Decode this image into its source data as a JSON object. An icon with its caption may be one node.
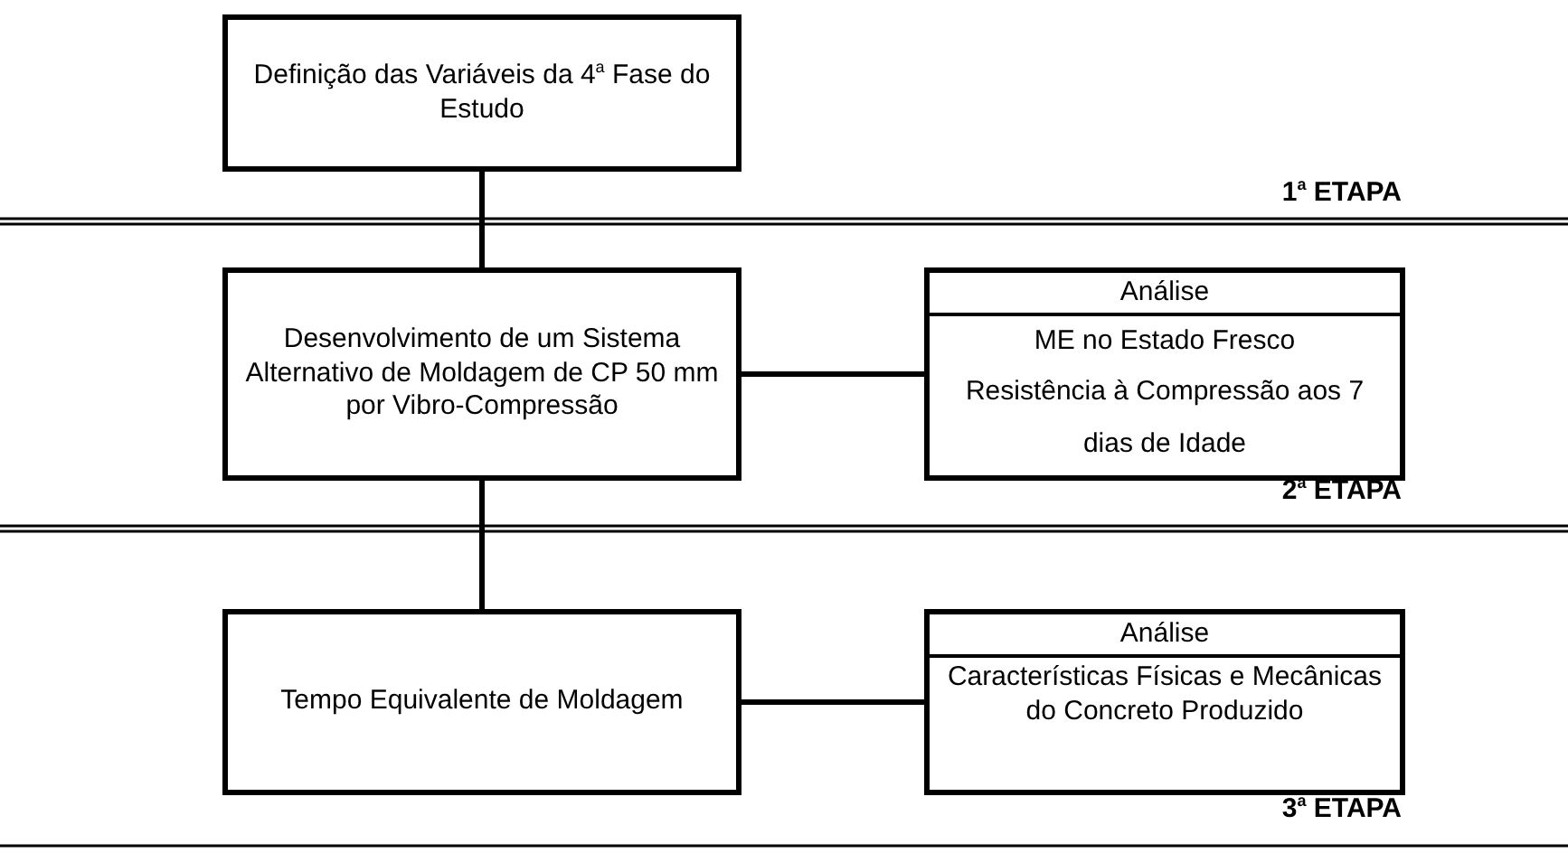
{
  "diagram": {
    "nodes": [
      {
        "text": [
          "Definição das Variáveis da 4$^{a}$ Fase do Estudo"
        ]
      },
      {
        "text": [
          "Desenvolvimento de um Sistema Alternativo de Moldagem de CP 50 mm por Vibro-Compressão"
        ]
      },
      {
        "text": [
          "Análise",
          "ME no Estado Fresco",
          "Resistência à Compressão aos 7 dias de Idade"
        ]
      },
      {
        "text": [
          "Tempo Equivalente de Moldagem"
        ]
      },
      {
        "text": [
          "Análise",
          "Características Físicas e Mecânicas do Concreto Produzido"
        ]
      }
    ],
    "edges": [
      {
        "from": 0,
        "to": 1,
        "arrow": "none"
      },
      {
        "from": 1,
        "to": 2,
        "arrow": "none"
      },
      {
        "from": 1,
        "to": 3,
        "arrow": "none"
      },
      {
        "from": 3,
        "to": 4,
        "arrow": "none"
      }
    ],
    "labels": [
      "1$^{a}$ ETAPA",
      "2$^{a}$ ETAPA",
      "3$^{a}$ ETAPA"
    ]
  }
}
